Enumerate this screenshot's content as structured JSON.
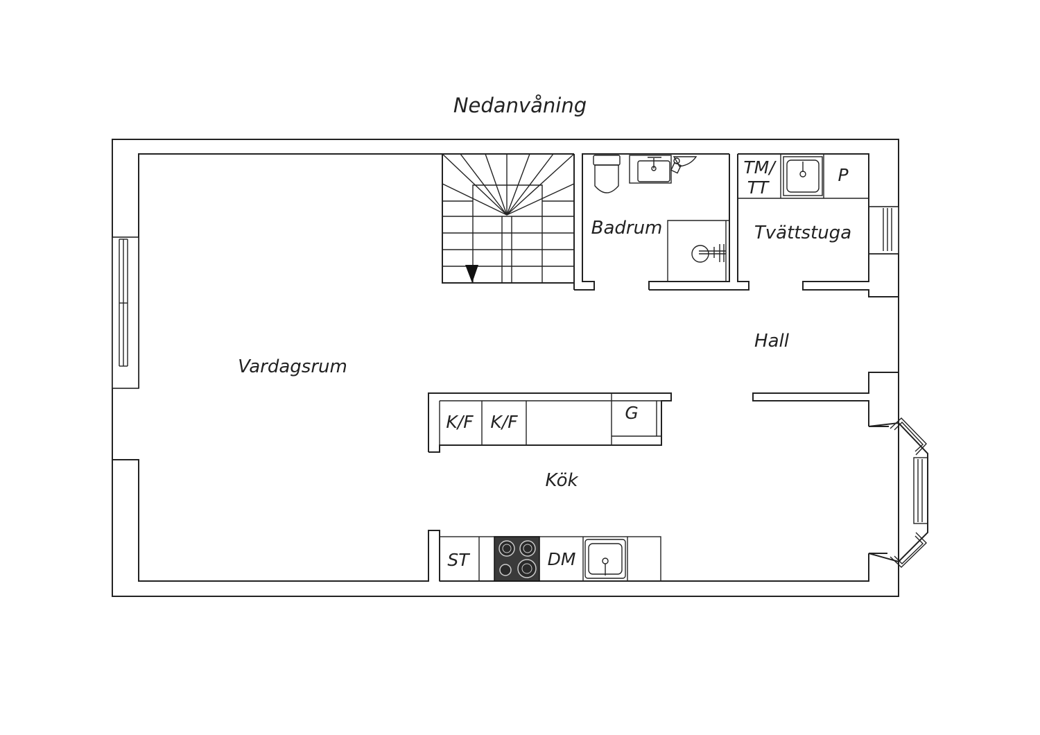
{
  "plan": {
    "title": "Nedanvåning",
    "rooms": {
      "vardagsrum": "Vardagsrum",
      "badrum": "Badrum",
      "tvattstuga": "Tvättstuga",
      "hall": "Hall",
      "kok": "Kök"
    },
    "fixtures": {
      "tm_line1": "TM/",
      "tm_line2": "TT",
      "p": "P",
      "kf1": "K/F",
      "kf2": "K/F",
      "g": "G",
      "st": "ST",
      "dm": "DM"
    }
  }
}
